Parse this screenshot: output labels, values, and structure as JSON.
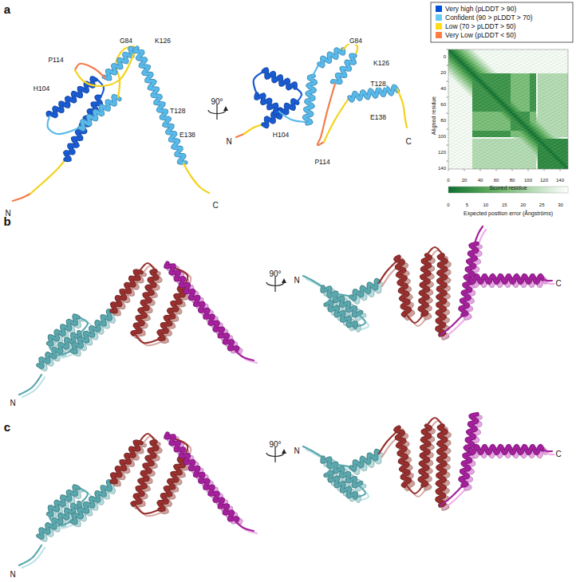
{
  "diagram": {
    "labels": [
      "a",
      "G84",
      "K126",
      "P114",
      "H104",
      "T128",
      "E138",
      "N",
      "C",
      "90°",
      "G84",
      "K126",
      "T128",
      "E138",
      "H104",
      "P114",
      "N",
      "C",
      "Aligned residue",
      "0",
      "20",
      "40",
      "60",
      "80",
      "100",
      "120",
      "140",
      "0",
      "20",
      "40",
      "60",
      "80",
      "100",
      "120",
      "140",
      "Scored residue",
      "0",
      "5",
      "10",
      "15",
      "20",
      "25",
      "30",
      "Expected position error (Ångströms)",
      "b",
      "N",
      "90°",
      "N",
      "C",
      "c",
      "N",
      "90°",
      "N",
      "C"
    ],
    "legend": [
      {
        "text": "Very high (pLDDT > 90)",
        "color": "#0053d6"
      },
      {
        "text": "Confident (90 > pLDDT > 70)",
        "color": "#65cbf3"
      },
      {
        "text": "Low (70 > pLDDT > 50)",
        "color": "#ffdb13"
      },
      {
        "text": "Very Low (pLDDT < 50)",
        "color": "#ff7d45"
      }
    ]
  }
}
